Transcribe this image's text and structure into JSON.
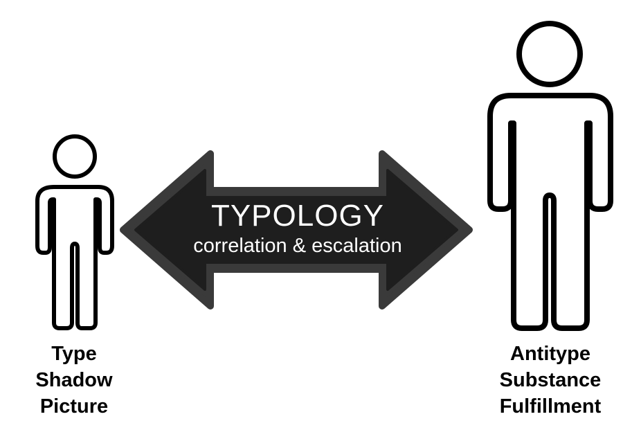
{
  "arrow": {
    "title": "TYPOLOGY",
    "subtitle": "correlation & escalation",
    "fill_color": "#1e1e1e",
    "border_color": "#3a3a3a"
  },
  "left": {
    "icon": "person-icon",
    "lines": [
      "Type",
      "Shadow",
      "Picture"
    ]
  },
  "right": {
    "icon": "person-icon",
    "lines": [
      "Antitype",
      "Substance",
      "Fulfillment"
    ]
  }
}
